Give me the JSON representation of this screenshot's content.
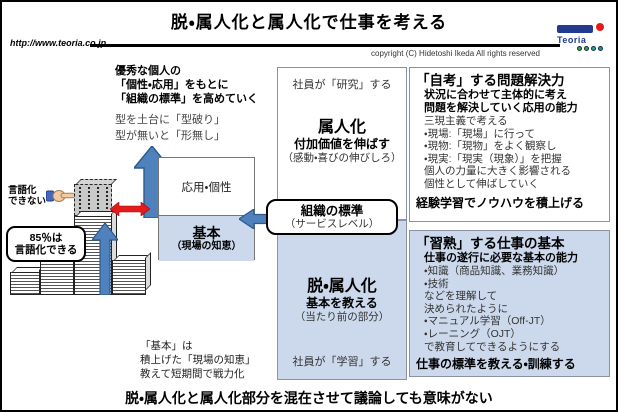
{
  "header": {
    "title": "脱・属人化と属人化で仕事を考える",
    "url": "http://www.teoria.co.jp",
    "copyright": "copyright (C)  Hidetoshi Ikeda All rights reserved",
    "logo_text": "Teoria"
  },
  "left": {
    "intro_bold_1": "優秀な個人の",
    "intro_bold_2": "「個性・応用」をもとに",
    "intro_bold_3": "「組織の標準」を高めていく",
    "intro_note_1": "型を土台に「型破り」",
    "intro_note_2": "型が無いと「形無し」",
    "cannot_verbalize_1": "言語化",
    "cannot_verbalize_2": "できない",
    "can_verbalize_1": "85％は",
    "can_verbalize_2": "言語化できる",
    "basics_note_1": "「基本」は",
    "basics_note_2": "積上げた「現場の知恵」",
    "basics_note_3": "教えて短期間で戦力化"
  },
  "center": {
    "upper_label": "応用・個性",
    "lower_label": "基本",
    "lower_sub": "（現場の知恵）"
  },
  "middle": {
    "research_note": "社員が「研究」する",
    "zokujinka_title": "属人化",
    "zokujinka_bold": "付加価値を伸ばす",
    "zokujinka_sub": "（感動・喜びの伸びしろ）",
    "standard_title": "組織の標準",
    "standard_sub": "（サービスレベル）",
    "datsu_title": "脱・属人化",
    "datsu_bold": "基本を教える",
    "datsu_sub": "（当たり前の部分）",
    "learn_note": "社員が「学習」する"
  },
  "right": {
    "jikou": {
      "title": "「自考」する問題解決力",
      "bold_1": "状況に合わせて主体的に考え",
      "bold_2": "問題を解決していく応用の能力",
      "lines": [
        "三現主義で考える",
        "・現場:「現場」に行って",
        "・現物:「現物」をよく観察し",
        "・現実:「現実（現象）」を把握",
        "個人の力量に大きく影響される",
        "個性として伸ばしていく"
      ],
      "footer": "経験学習でノウハウを積上げる"
    },
    "shujuku": {
      "title": "「習熟」する仕事の基本",
      "bold_1": "仕事の遂行に必要な基本の能力",
      "lines": [
        "・知識（商品知識、業務知識）",
        "・技術",
        "などを理解して",
        "決められたように",
        "・マニュアル学習（Off-JT）",
        "・レーニング（OJT）",
        "で教育してできるようにする"
      ],
      "footer": "仕事の標準を教える・訓練する"
    }
  },
  "footer_text": "脱・属人化と属人化部分を混在させて議論しても意味がない",
  "colors": {
    "arrow_blue": "#4f81bd",
    "arrow_blue_border": "#2c5a8c",
    "light_blue_fill": "#ccd9ec",
    "red_arrow": "#e31b1b"
  }
}
